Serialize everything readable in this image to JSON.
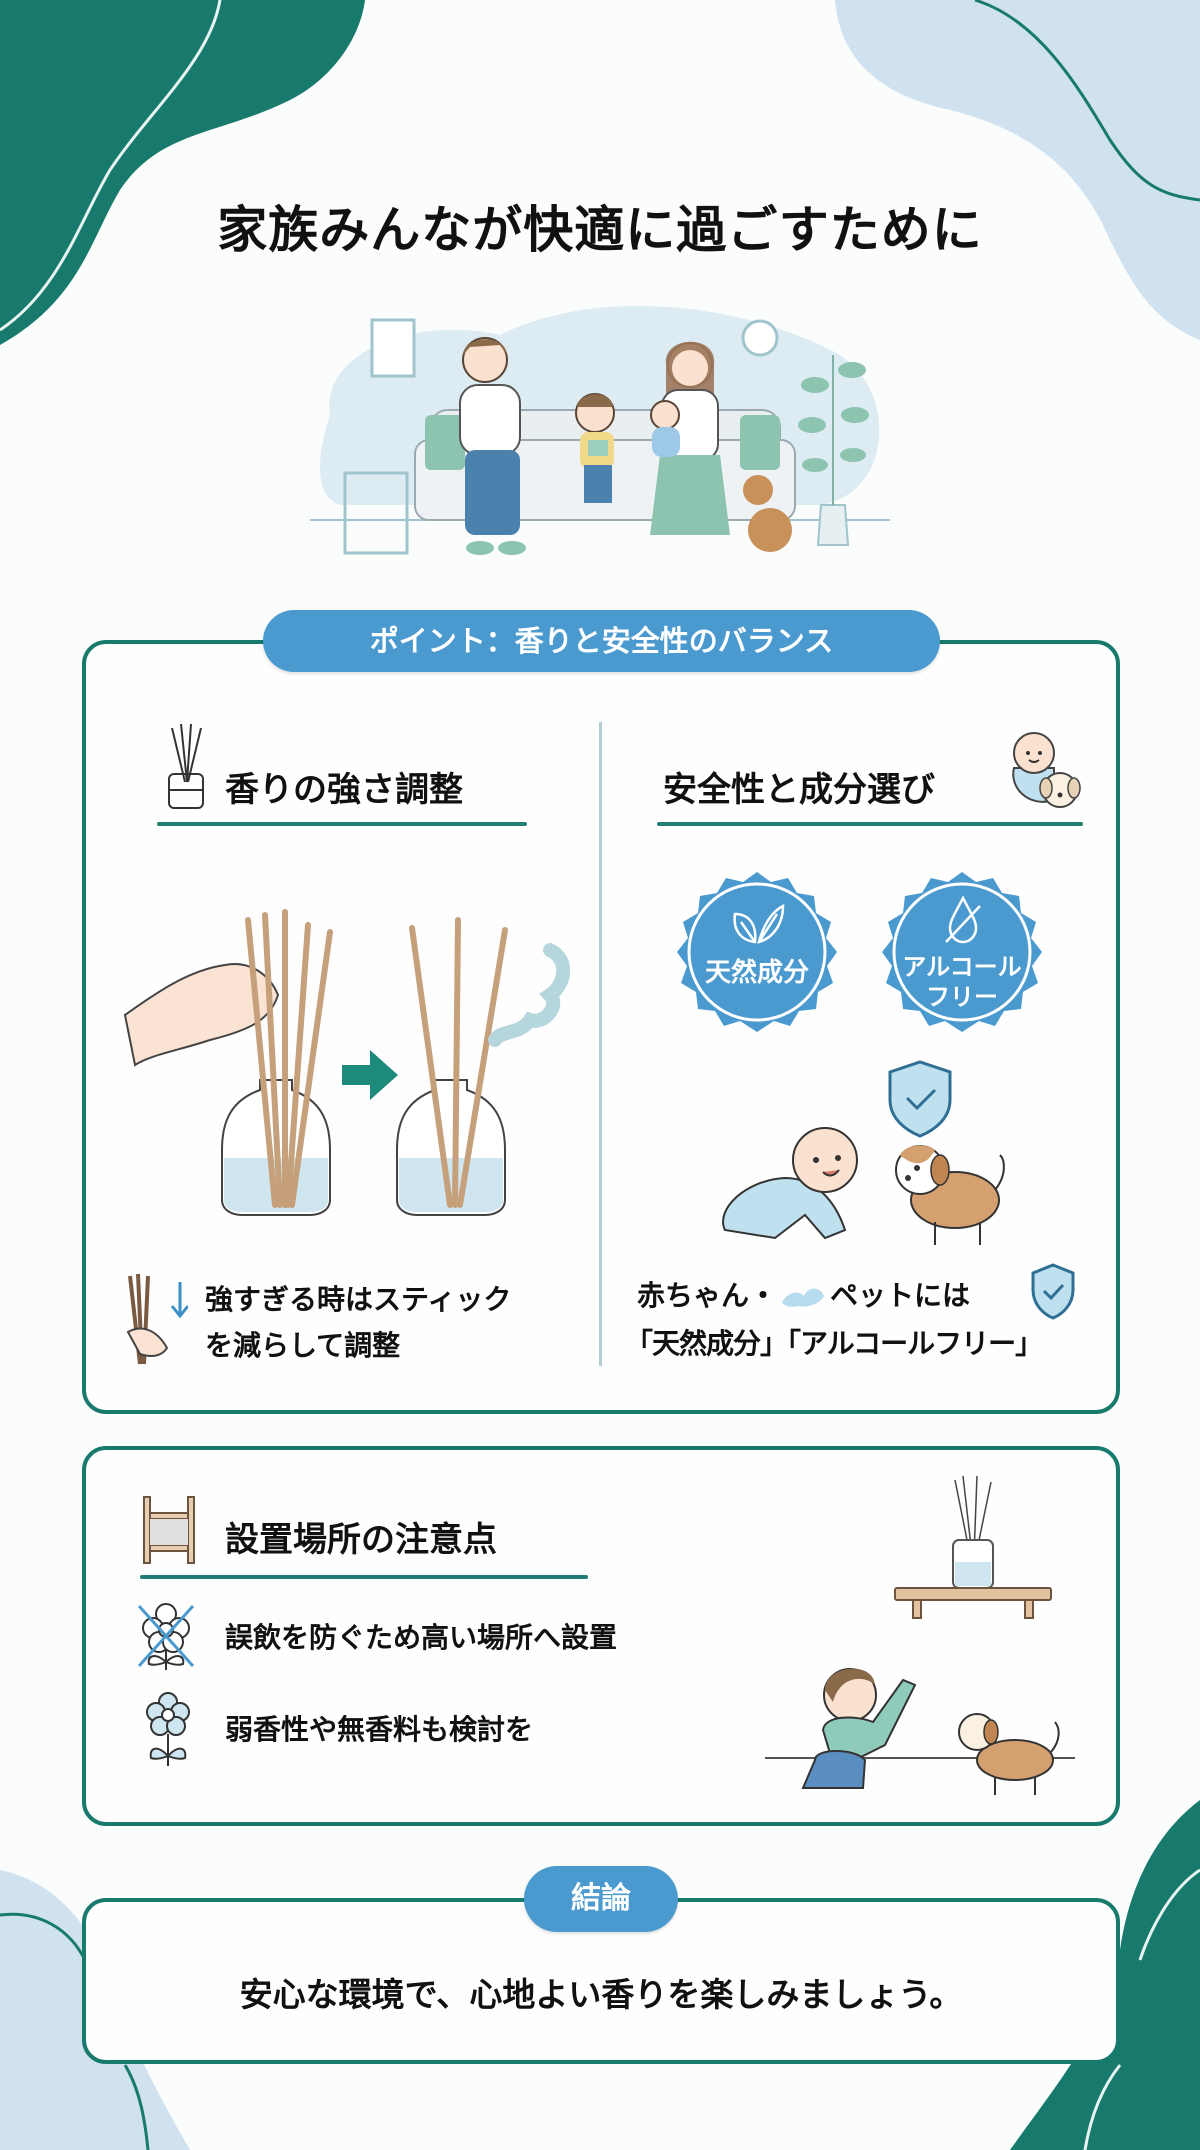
{
  "header": {
    "title": "家族みんなが快適に過ごすために"
  },
  "hero": {
    "illustration": "family-on-sofa-with-dog"
  },
  "point_card": {
    "pill_label": "ポイント：香りと安全性のバランス",
    "left": {
      "icon": "reed-diffuser-icon",
      "heading": "香りの強さ調整",
      "illustration": "remove-sticks-from-diffuser",
      "tip_icon": "hand-sticks-down-arrow-icon",
      "tip_line1": "強すぎる時はスティック",
      "tip_line2": "を減らして調整"
    },
    "right": {
      "icon": "baby-and-dog-icon",
      "heading": "安全性と成分選び",
      "badges": [
        {
          "icon": "leaf-icon",
          "label": "天然成分"
        },
        {
          "icon": "no-alcohol-drop-icon",
          "label_line1": "アルコール",
          "label_line2": "フリー"
        }
      ],
      "illustration": "baby-and-puppy-with-shield",
      "note_line1_a": "赤ちゃん・",
      "note_line1_b": "ペットには",
      "note_line2": "「天然成分」「アルコールフリー」",
      "note_icon": "shield-check-icon"
    }
  },
  "placement_card": {
    "icon": "shelf-icon",
    "heading": "設置場所の注意点",
    "items": [
      {
        "icon": "crossed-flower-icon",
        "text": "誤飲を防ぐため高い場所へ設置"
      },
      {
        "icon": "flower-icon",
        "text": "弱香性や無香料も検討を"
      }
    ],
    "illustration": "child-pointing-at-diffuser-on-shelf"
  },
  "conclusion": {
    "pill_label": "結論",
    "text": "安心な環境で、心地よい香りを楽しみましょう。"
  },
  "colors": {
    "primary_green": "#177a6c",
    "accent_blue": "#4a9ad0",
    "light_blue": "#d0e2ef",
    "text": "#111111"
  }
}
